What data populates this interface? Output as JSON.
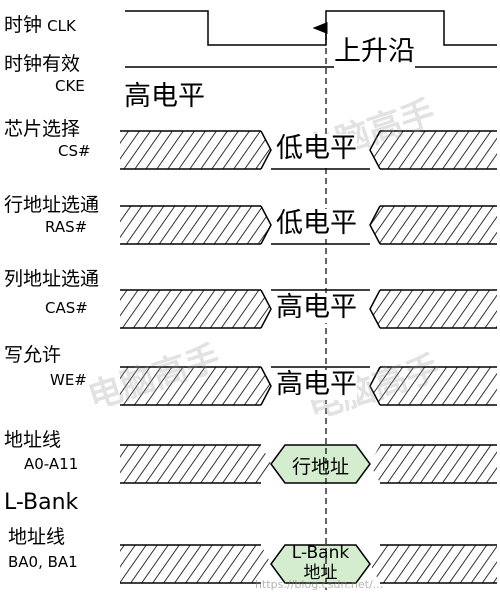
{
  "signals": {
    "clk": {
      "name_cn": "时钟",
      "name_en": "CLK"
    },
    "cke": {
      "name_cn": "时钟有效",
      "name_en": "CKE",
      "state": "高电平"
    },
    "cs": {
      "name_cn": "芯片选择",
      "name_en": "CS#",
      "state": "低电平"
    },
    "ras": {
      "name_cn": "行地址选通",
      "name_en": "RAS#",
      "state": "低电平"
    },
    "cas": {
      "name_cn": "列地址选通",
      "name_en": "CAS#",
      "state": "高电平"
    },
    "we": {
      "name_cn": "写允许",
      "name_en": "WE#",
      "state": "高电平"
    },
    "addr": {
      "name_cn": "地址线",
      "name_en": "A0-A11",
      "value": "行地址"
    },
    "bank": {
      "name_line1": "L-Bank",
      "name_cn": "地址线",
      "name_en": "BA0, BA1",
      "value_line1": "L-Bank",
      "value_line2": "地址"
    }
  },
  "rising_edge_label": "上升沿",
  "watermark": "电脑高手",
  "credit": "https://blog.csdn.net/..."
}
